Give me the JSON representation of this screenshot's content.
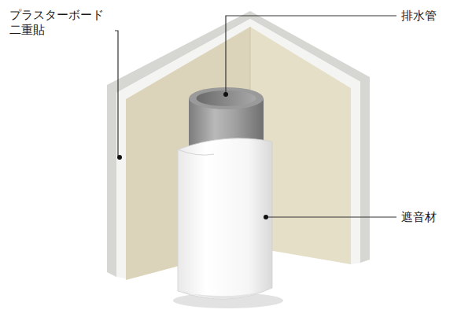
{
  "diagram": {
    "labels": [
      "プラスターボード 二重貼",
      "排水管",
      "遮音材"
    ]
  }
}
